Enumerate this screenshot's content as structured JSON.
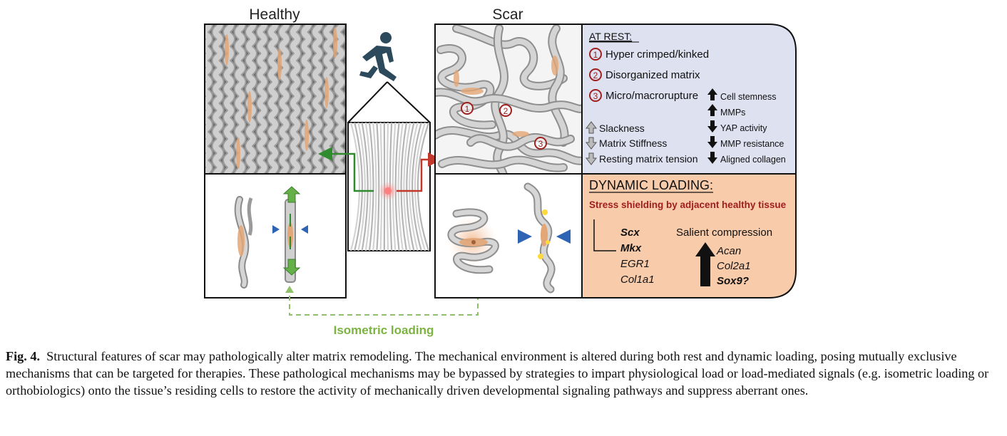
{
  "figure": {
    "healthy_title": "Healthy",
    "scar_title": "Scar",
    "at_rest": {
      "heading": "AT REST:",
      "items": [
        {
          "num": "1",
          "text": "Hyper crimped/kinked"
        },
        {
          "num": "2",
          "text": "Disorganized matrix"
        },
        {
          "num": "3",
          "text": "Micro/macrorupture"
        }
      ],
      "left_changes": [
        "Slackness",
        "Matrix Stiffness",
        "Resting matrix tension"
      ],
      "right_changes": [
        "Cell stemness",
        "MMPs",
        "YAP activity",
        "MMP resistance",
        "Aligned collagen"
      ]
    },
    "dynamic": {
      "heading": "DYNAMIC LOADING:",
      "subheading": "Stress shielding by adjacent healthy tissue",
      "genes_down": [
        "Scx",
        "Mkx",
        "EGR1",
        "Col1a1"
      ],
      "compression_label": "Salient compression",
      "genes_up": [
        "Acan",
        "Col2a1",
        "Sox9?"
      ]
    },
    "scar_markers": [
      "1",
      "2",
      "3"
    ],
    "isometric_label": "Isometric loading",
    "colors": {
      "rest_panel": "#dde1f0",
      "dynamic_panel": "#f8cbaa",
      "green": "#2e8b2e",
      "light_green": "#7cb342",
      "red": "#c0392b",
      "blue_arrow": "#2e64b4",
      "fiber": "#b9b9b9",
      "cell": "#e3a676"
    }
  },
  "caption": {
    "label": "Fig. 4.",
    "text": "Structural features of scar may pathologically alter matrix remodeling. The mechanical environment is altered during both rest and dynamic loading, posing mutually exclusive mechanisms that can be targeted for therapies. These pathological mechanisms may be bypassed by strategies to impart physiological load or load-mediated signals (e.g. isometric loading or orthobiologics) onto the tissue’s residing cells to restore the activity of mechanically driven developmental signaling pathways and suppress aberrant ones."
  }
}
